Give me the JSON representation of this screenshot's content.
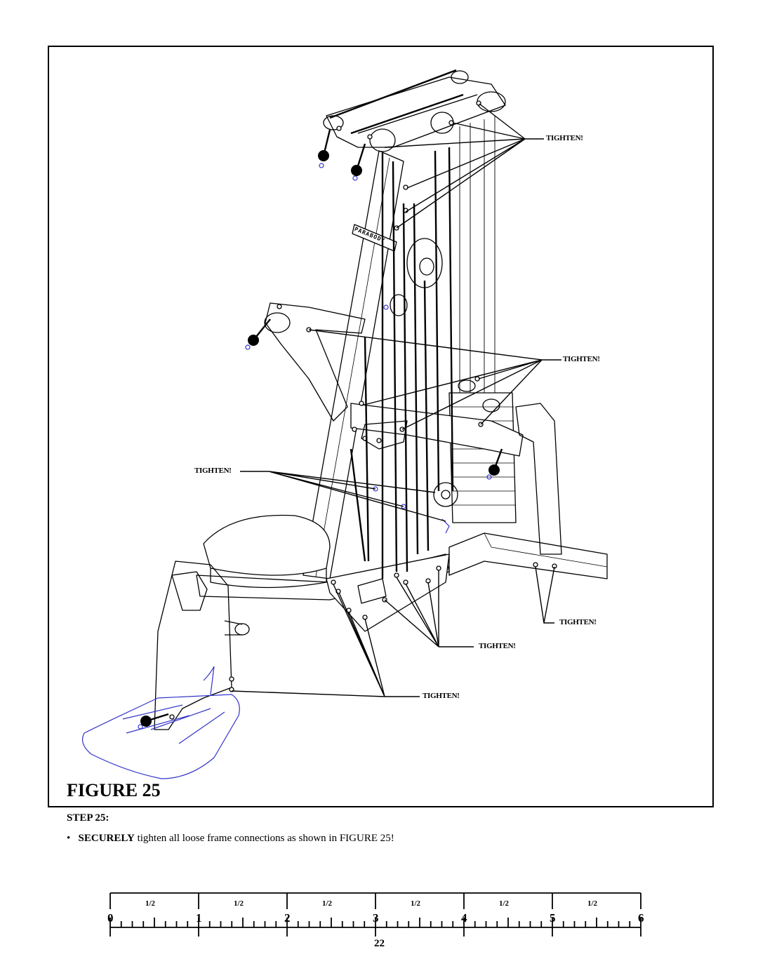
{
  "figure": {
    "caption": "FIGURE 25",
    "callouts": [
      "TIGHTEN!",
      "TIGHTEN!",
      "TIGHTEN!",
      "TIGHTEN!",
      "TIGHTEN!",
      "TIGHTEN!"
    ],
    "brand_plate": "PARABODY"
  },
  "step": {
    "heading": "STEP 25:",
    "bullet_bold": "SECURELY",
    "bullet_rest": " tighten all loose frame connections as shown in FIGURE 25!"
  },
  "ruler": {
    "numbers": [
      "0",
      "1",
      "2",
      "3",
      "4",
      "5",
      "6"
    ],
    "half_labels": [
      "1/2",
      "1/2",
      "1/2",
      "1/2",
      "1/2",
      "1/2"
    ]
  },
  "page_number": "22",
  "colors": {
    "line": "#000000",
    "highlight": "#3333cc"
  }
}
